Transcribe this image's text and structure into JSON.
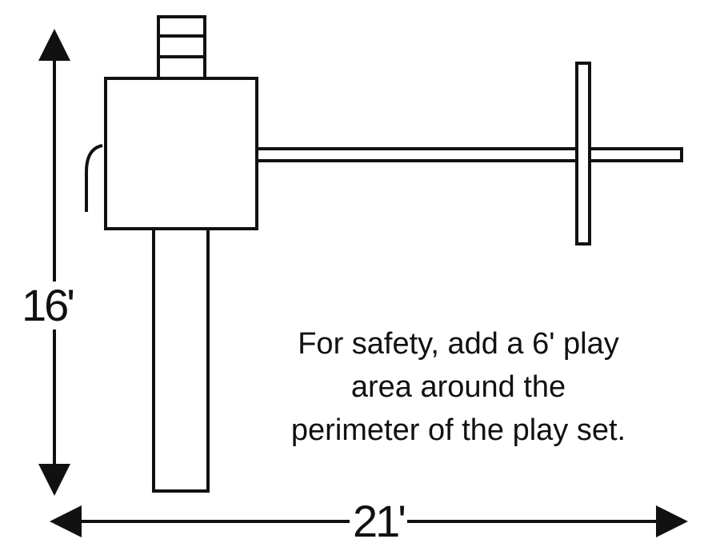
{
  "dimensions": {
    "height_label": "16'",
    "width_label": "21'"
  },
  "note": {
    "lines": [
      "For safety, add a 6' play",
      "area around the",
      "perimeter of the play set."
    ]
  },
  "colors": {
    "stroke": "#111111",
    "background": "#ffffff"
  }
}
